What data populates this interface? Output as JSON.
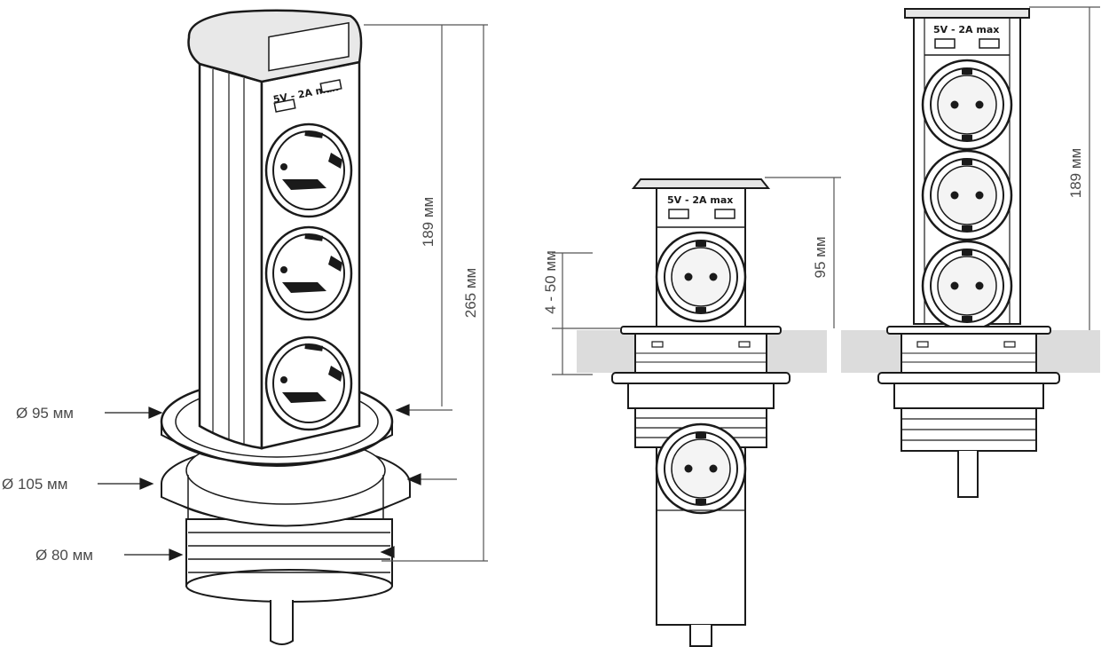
{
  "usb_label": "5V - 2A max",
  "dimensions": {
    "body_height": "189 мм",
    "total_height": "265 мм",
    "diameter_top": "Ø 95 мм",
    "diameter_flange": "Ø 105 мм",
    "diameter_bottom": "Ø 80 мм",
    "closed_height": "95 мм",
    "tabletop_thickness": "4 - 50 мм",
    "raised_height": "189 мм"
  },
  "colors": {
    "stroke": "#1a1a1a",
    "dim_line": "#555555",
    "tabletop": "#dcdcdc",
    "body_fill": "#ffffff"
  }
}
